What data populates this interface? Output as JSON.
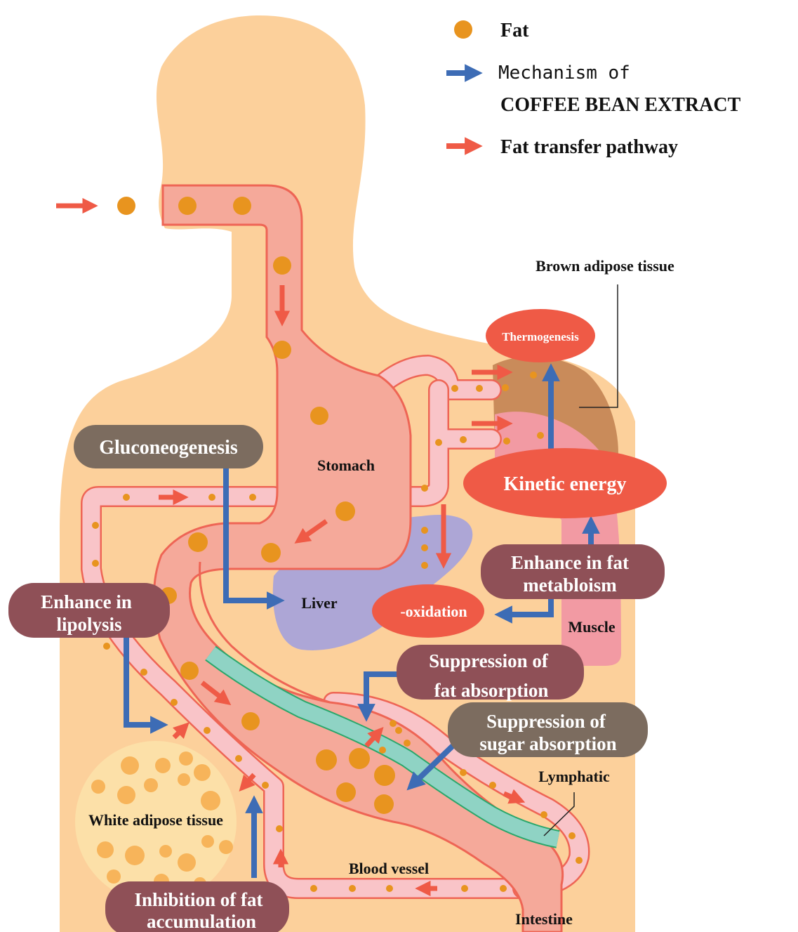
{
  "legend": {
    "fat": "Fat",
    "mechanism_line1": "Mechanism of",
    "mechanism_line2": "COFFEE BEAN EXTRACT",
    "pathway": "Fat transfer pathway"
  },
  "labels": {
    "brown_adipose": "Brown adipose tissue",
    "thermogenesis": "Thermogenesis",
    "stomach": "Stomach",
    "kinetic_energy": "Kinetic energy",
    "gluconeogenesis": "Gluconeogenesis",
    "fat_metabolism_line1": "Enhance in fat",
    "fat_metabolism_line2": "metabloism",
    "liver": "Liver",
    "oxidation": "-oxidation",
    "muscle": "Muscle",
    "lipolysis_line1": "Enhance in",
    "lipolysis_line2": "lipolysis",
    "supp_fat_line1": "Suppression of",
    "supp_fat_line2": "fat absorption",
    "supp_sugar_line1": "Suppression of",
    "supp_sugar_line2": "sugar absorption",
    "lymphatic": "Lymphatic",
    "white_adipose": "White adipose tissue",
    "blood_vessel": "Blood vessel",
    "inhibition_line1": "Inhibition of fat",
    "inhibition_line2": "accumulation",
    "intestine": "Intestine"
  },
  "colors": {
    "body": "#fcd09b",
    "gut": "#f5a99a",
    "gut_outline": "#ee6555",
    "vessel": "#f9c4c8",
    "fat": "#e8941f",
    "blue_arrow": "#3d6cb5",
    "red_arrow": "#ef5a46",
    "liver": "#ada6d6",
    "brown_fat": "#c98b5a",
    "muscle": "#f29aa3",
    "lymph": "#8fd3c4",
    "label_dark": "#8f5057",
    "label_grey": "#7c6c5f",
    "oval_red": "#ef5a46"
  }
}
